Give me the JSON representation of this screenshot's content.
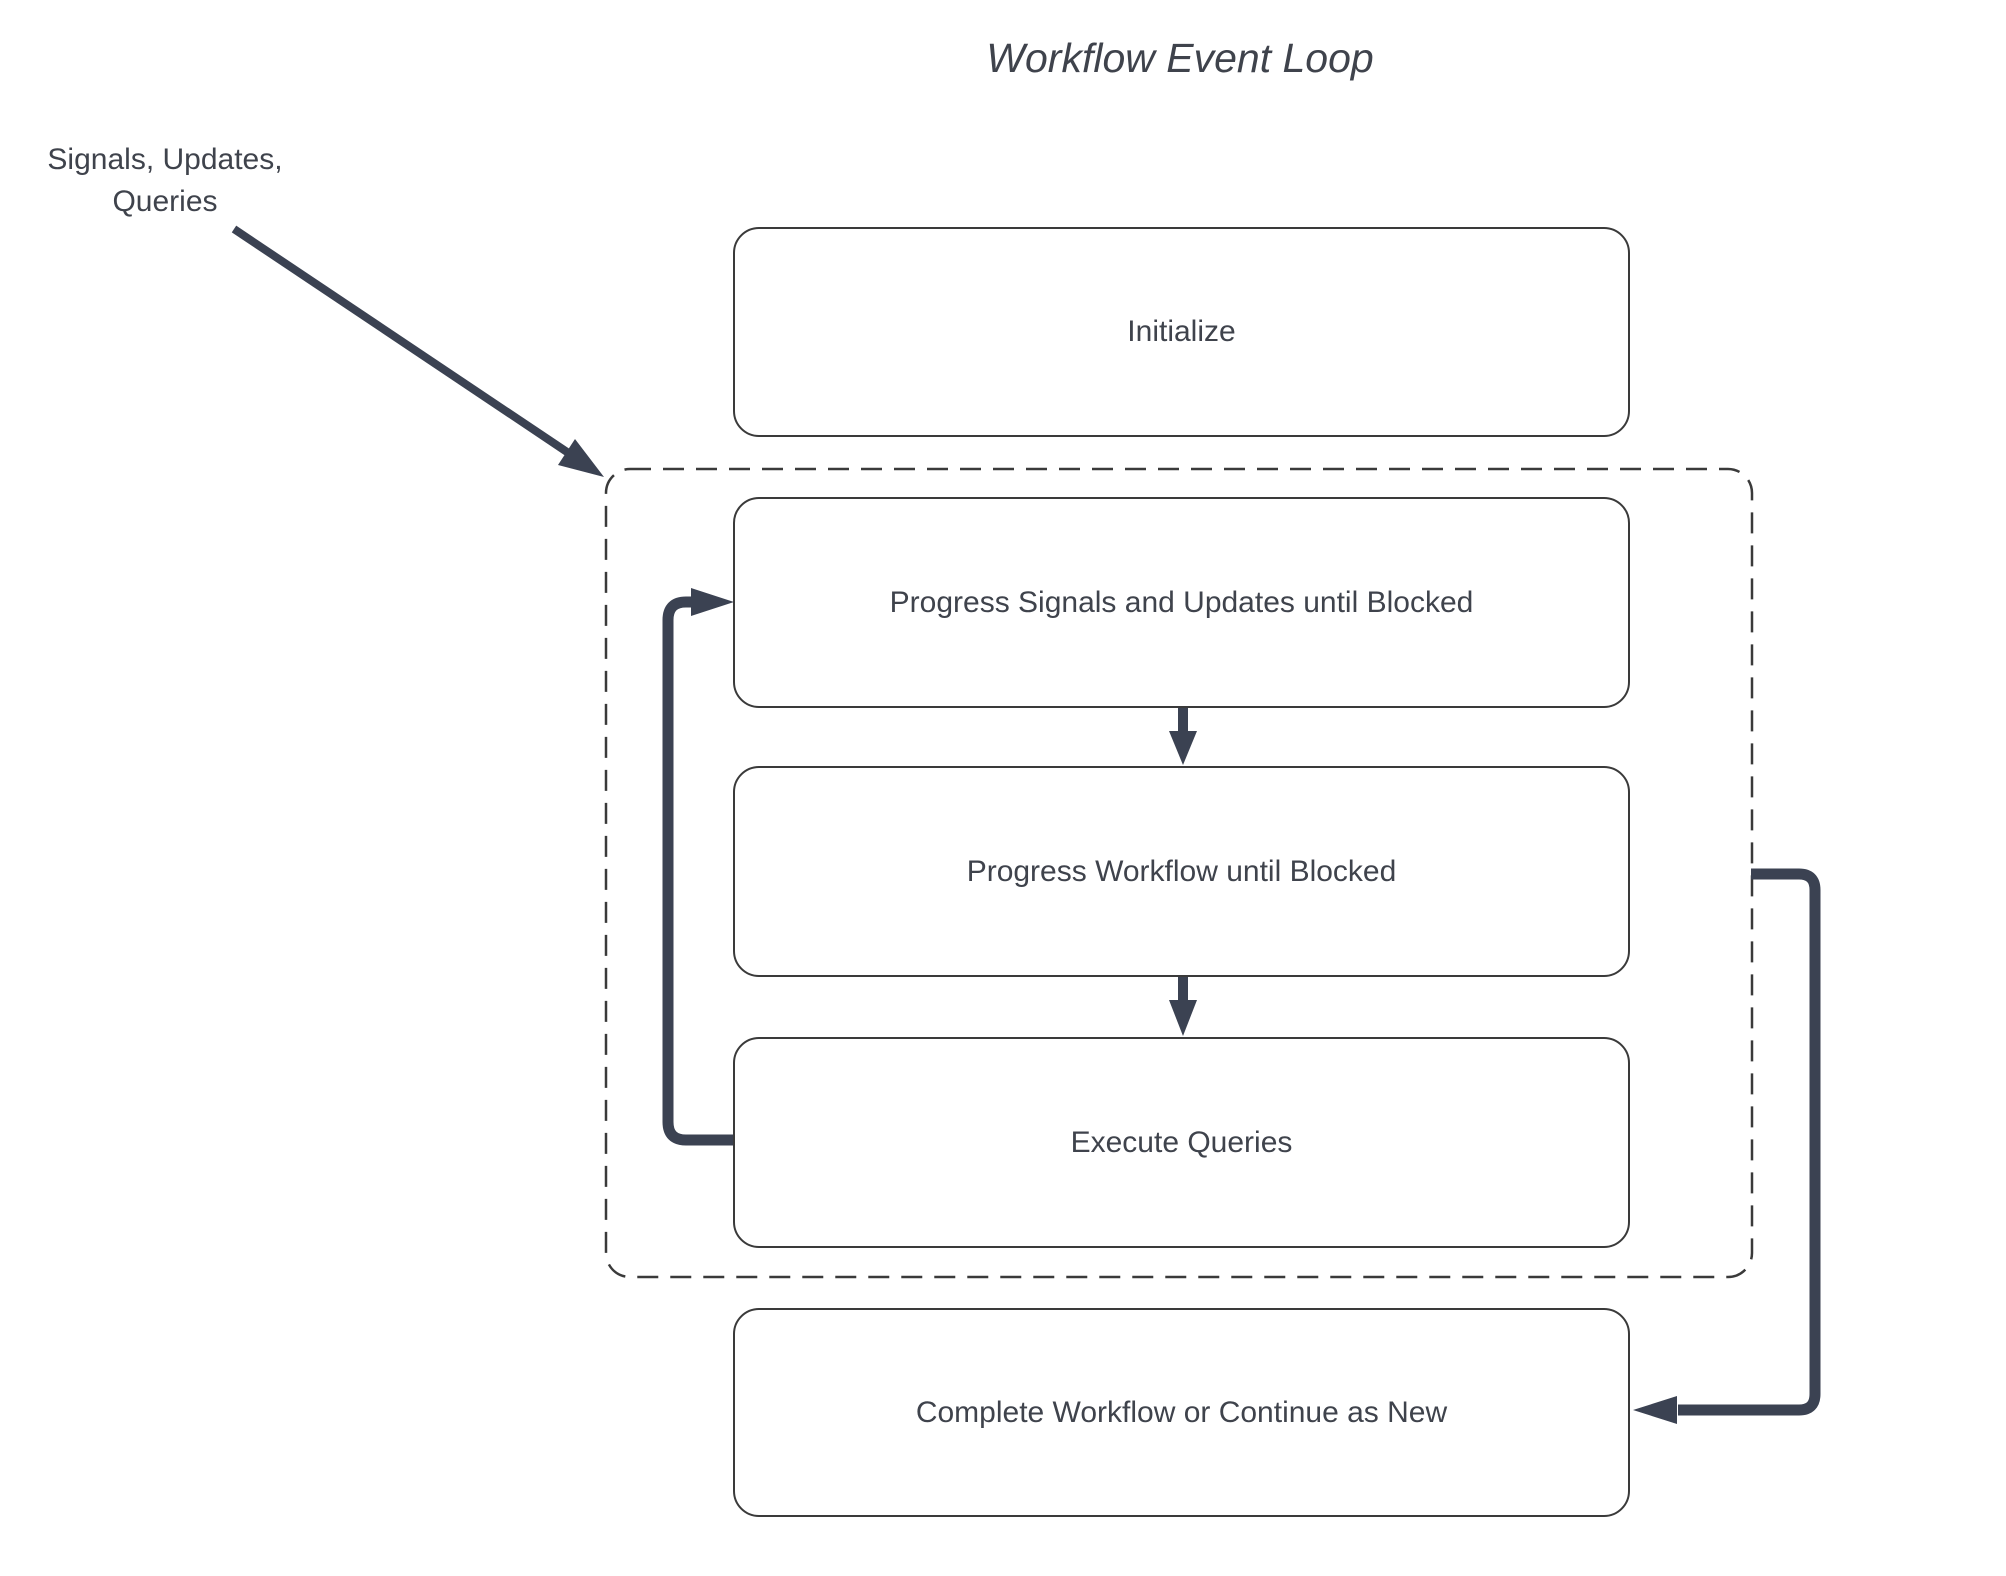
{
  "title": "Workflow Event Loop",
  "annotation": "Signals, Updates,\nQueries",
  "nodes": [
    {
      "id": "initialize",
      "label": "Initialize"
    },
    {
      "id": "progress-signals",
      "label": "Progress Signals and Updates until Blocked"
    },
    {
      "id": "progress-workflow",
      "label": "Progress Workflow until Blocked"
    },
    {
      "id": "execute-queries",
      "label": "Execute Queries"
    },
    {
      "id": "complete-workflow",
      "label": "Complete Workflow or Continue as New"
    }
  ],
  "group": {
    "style": "dashed-rounded-rectangle",
    "contains": [
      "progress-signals",
      "progress-workflow",
      "execute-queries"
    ]
  },
  "edges": [
    {
      "from": "annotation",
      "to": "event-loop-group",
      "type": "thin-diagonal-arrow"
    },
    {
      "from": "progress-signals",
      "to": "progress-workflow",
      "type": "down-arrow"
    },
    {
      "from": "progress-workflow",
      "to": "execute-queries",
      "type": "down-arrow"
    },
    {
      "from": "execute-queries",
      "to": "progress-signals",
      "type": "loop-back-left-arrow"
    },
    {
      "from": "event-loop-group",
      "to": "complete-workflow",
      "type": "right-side-down-arrow"
    }
  ],
  "colors": {
    "background": "#ffffff",
    "text": "#3f434c",
    "node_border": "#3a3a3a",
    "group_border": "#3a3a3a",
    "connector": "#3b4252"
  }
}
